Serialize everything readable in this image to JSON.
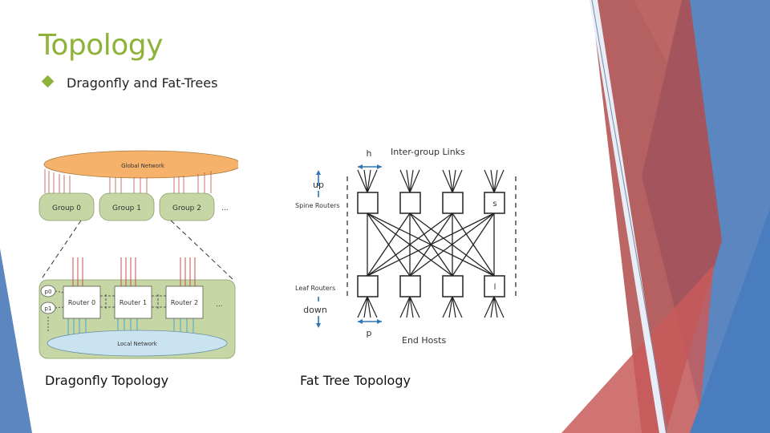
{
  "slide": {
    "title": "Topology",
    "bullet": "Dragonfly and Fat-Trees"
  },
  "dragonfly": {
    "global_network": "Global Network",
    "groups": [
      "Group 0",
      "Group 1",
      "Group 2"
    ],
    "group_ellipsis": "...",
    "ports": [
      "p0",
      "p1"
    ],
    "routers": [
      "Router 0",
      "Router 1",
      "Router 2"
    ],
    "router_ellipsis": "...",
    "local_network": "Local Network",
    "caption": "Dragonfly Topology"
  },
  "fattree": {
    "h_label": "h",
    "inter_group": "Inter-group Links",
    "up_label": "up",
    "spine_label": "Spine Routers",
    "s_label": "s",
    "leaf_label": "Leaf Routers",
    "l_label": "l",
    "down_label": "down",
    "p_label": "p",
    "end_hosts": "End Hosts",
    "caption": "Fat Tree Topology"
  },
  "colors": {
    "title_green": "#8fb33a",
    "accent_blue": "#4f81bd",
    "accent_red": "#c0504d",
    "group_fill": "#c6d7a5",
    "global_fill": "#f6b26b"
  }
}
